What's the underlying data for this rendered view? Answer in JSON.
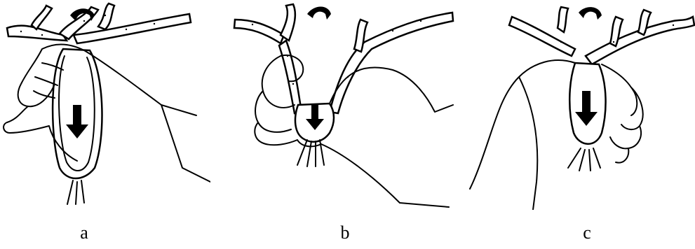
{
  "figure": {
    "panels": [
      {
        "id": "a",
        "caption": "a"
      },
      {
        "id": "b",
        "caption": "b"
      },
      {
        "id": "c",
        "caption": "c"
      }
    ]
  }
}
